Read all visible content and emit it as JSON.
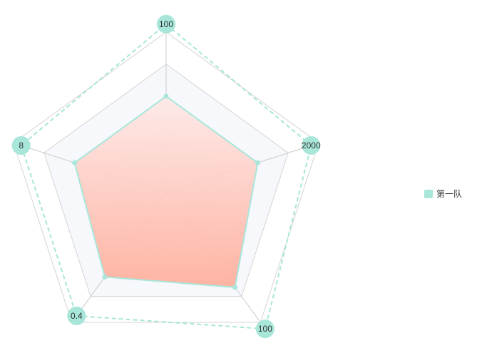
{
  "chart_data": {
    "type": "radar",
    "title": "",
    "indicators": [
      {
        "max": "100"
      },
      {
        "max": "2000"
      },
      {
        "max": "100"
      },
      {
        "max": "0.4"
      },
      {
        "max": "8"
      }
    ],
    "series": [
      {
        "name": "第一队",
        "values_fraction_of_max": [
          0.6,
          0.6,
          0.73,
          0.65,
          0.6
        ]
      }
    ],
    "benchmark_line": {
      "style": "dashed",
      "values_fraction_of_max": [
        1.05,
        0.95,
        1.05,
        0.95,
        0.95
      ]
    },
    "split_number": 5,
    "legend": {
      "position": "right",
      "items": [
        "第一队"
      ]
    }
  },
  "colors": {
    "series": "#a8e6d9",
    "marker": "#a8e6d9",
    "area_top": "#fde9e8",
    "area_bottom": "#ffb09e",
    "split_area_1": "#f6f8fc",
    "split_area_2": "#ffffff",
    "axis_line": "#d4d4d4"
  },
  "legend": {
    "label": "第一队"
  }
}
